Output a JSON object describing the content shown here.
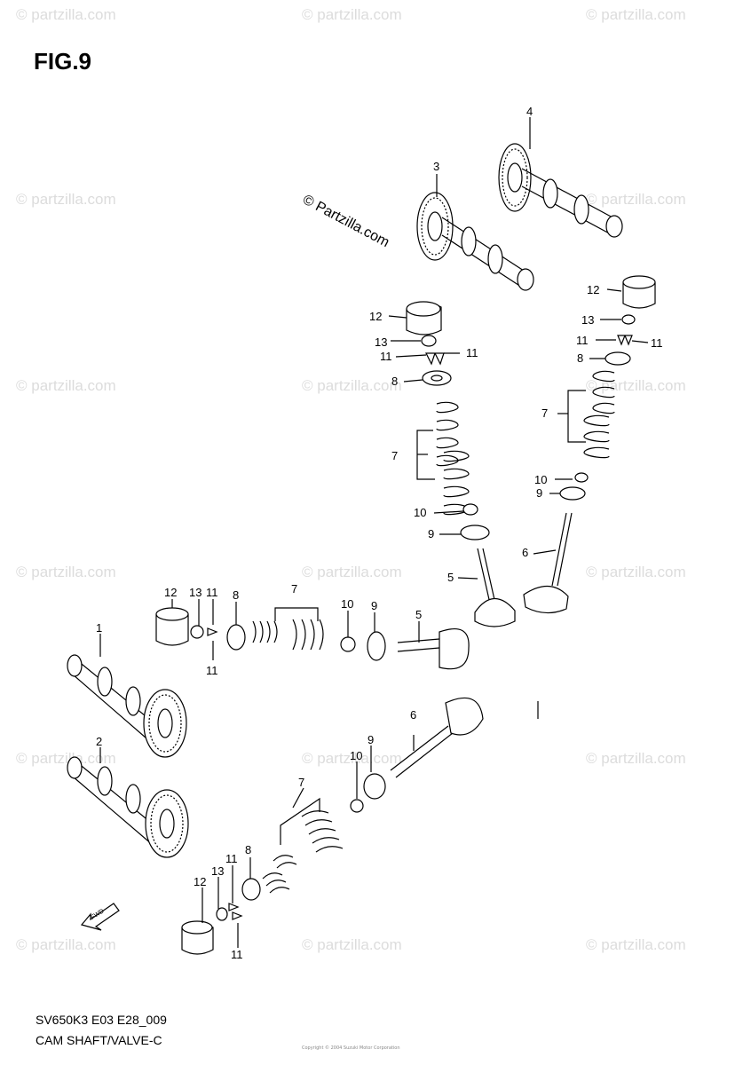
{
  "figure": {
    "title": "FIG.9",
    "code": "SV650K3 E03 E28_009",
    "caption": "CAM SHAFT/VALVE-C",
    "copyright": "Copyright © 2004 Suzuki Motor Corporation"
  },
  "watermark": {
    "text": "© partzilla.com",
    "center_text": "© Partzilla.com"
  },
  "callouts": [
    "1",
    "2",
    "3",
    "4",
    "5",
    "6",
    "7",
    "8",
    "9",
    "10",
    "11",
    "12",
    "13"
  ],
  "direction_mark": "FWD",
  "colors": {
    "line": "#000000",
    "watermark": "#dcdcdc",
    "background": "#ffffff"
  }
}
